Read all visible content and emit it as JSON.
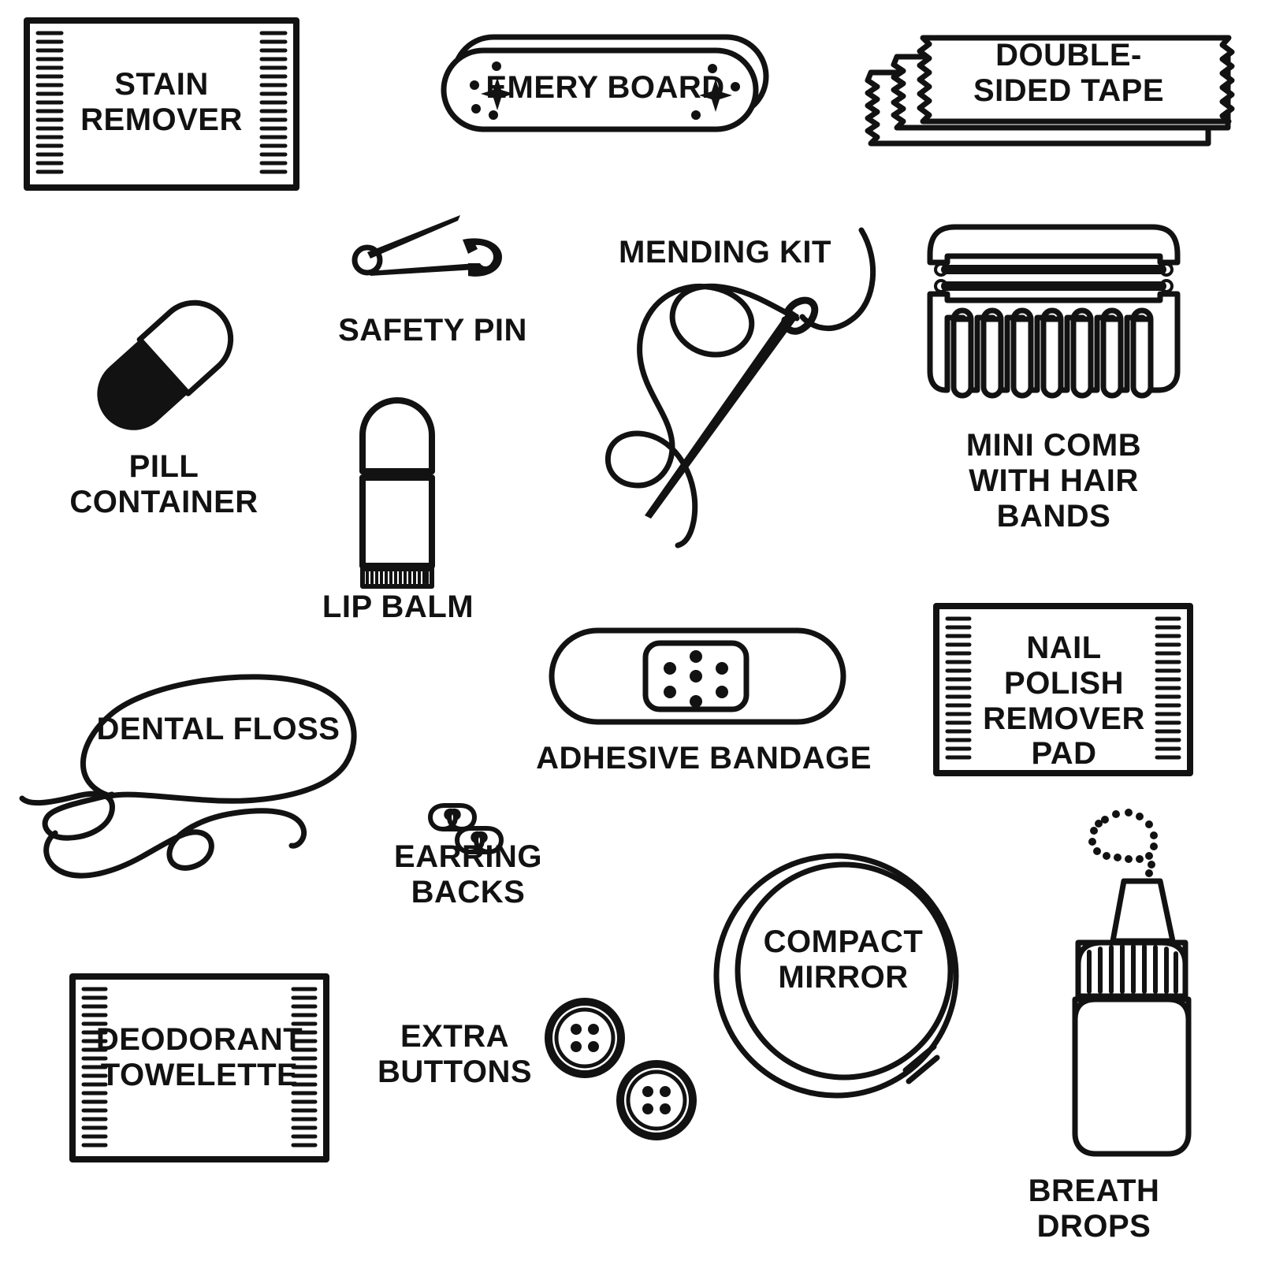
{
  "page": {
    "kind": "illustrated-checklist-sheet",
    "theme": "black-line-art-on-white",
    "ink_color": "#121212",
    "background_color": "#ffffff",
    "item_count": 16
  },
  "items": [
    {
      "id": "stain-remover",
      "label": "STAIN\nREMOVER",
      "icon": "sachet-packet-icon",
      "label_placement": "inside"
    },
    {
      "id": "emery-board",
      "label": "EMERY BOARD",
      "icon": "emery-board-icon",
      "label_placement": "inside"
    },
    {
      "id": "double-sided-tape",
      "label": "DOUBLE-\nSIDED TAPE",
      "icon": "tape-strips-icon",
      "label_placement": "inside"
    },
    {
      "id": "safety-pin",
      "label": "SAFETY PIN",
      "icon": "safety-pin-icon",
      "label_placement": "below"
    },
    {
      "id": "mending-kit",
      "label": "MENDING KIT",
      "icon": "needle-and-thread-icon",
      "label_placement": "above"
    },
    {
      "id": "mini-comb",
      "label": "MINI COMB\nWITH HAIR BANDS",
      "icon": "comb-with-hair-bands-icon",
      "label_placement": "below"
    },
    {
      "id": "pill-container",
      "label": "PILL\nCONTAINER",
      "icon": "capsule-pill-icon",
      "label_placement": "below"
    },
    {
      "id": "lip-balm",
      "label": "LIP BALM",
      "icon": "lip-balm-tube-icon",
      "label_placement": "below"
    },
    {
      "id": "dental-floss",
      "label": "DENTAL FLOSS",
      "icon": "floss-thread-loop-icon",
      "label_placement": "inside"
    },
    {
      "id": "adhesive-bandage",
      "label": "ADHESIVE BANDAGE",
      "icon": "adhesive-bandage-icon",
      "label_placement": "below"
    },
    {
      "id": "nail-polish-remover-pad",
      "label": "NAIL POLISH\nREMOVER\nPAD",
      "icon": "sachet-packet-icon",
      "label_placement": "inside"
    },
    {
      "id": "earring-backs",
      "label": "EARRING\nBACKS",
      "icon": "earring-clutch-icon",
      "label_placement": "below"
    },
    {
      "id": "compact-mirror",
      "label": "COMPACT\nMIRROR",
      "icon": "round-mirror-icon",
      "label_placement": "inside"
    },
    {
      "id": "deodorant-towelette",
      "label": "DEODORANT\nTOWELETTE",
      "icon": "sachet-packet-icon",
      "label_placement": "inside"
    },
    {
      "id": "extra-buttons",
      "label": "EXTRA\nBUTTONS",
      "icon": "sew-on-buttons-icon",
      "label_placement": "left"
    },
    {
      "id": "breath-drops",
      "label": "BREATH\nDROPS",
      "icon": "dropper-bottle-icon",
      "label_placement": "below"
    }
  ]
}
